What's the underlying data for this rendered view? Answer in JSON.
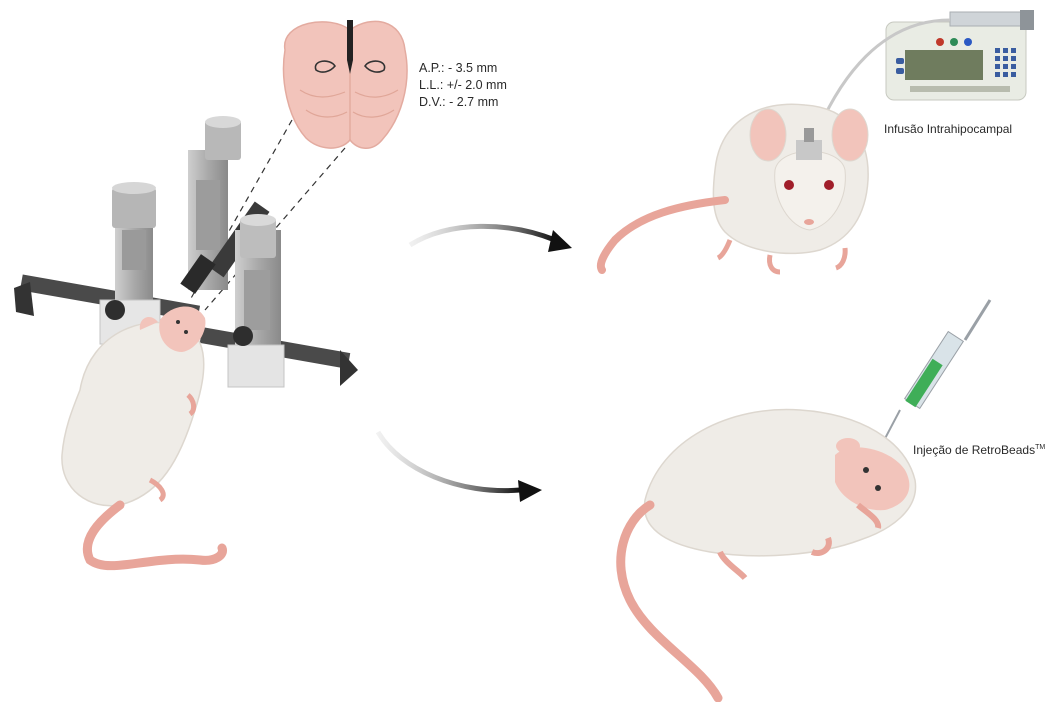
{
  "coordinates": {
    "ap": "A.P.: - 3.5 mm",
    "ll": "L.L.: +/- 2.0 mm",
    "dv": "D.V.: - 2.7 mm"
  },
  "labels": {
    "infusion": "Infusão Intrahipocampal",
    "injection": "Injeção de RetroBeads",
    "injection_superscript": "TM"
  },
  "colors": {
    "brain": "#f2c4bb",
    "rat_body": "#efece7",
    "tail": "#e8a59a",
    "syringe_fluid": "#3fae58",
    "arrow": "#111111"
  },
  "icons": [
    "brain-icon",
    "stereotaxic-frame-icon",
    "rat-icon",
    "infusion-pump-icon",
    "syringe-icon",
    "curved-arrow-icon"
  ]
}
